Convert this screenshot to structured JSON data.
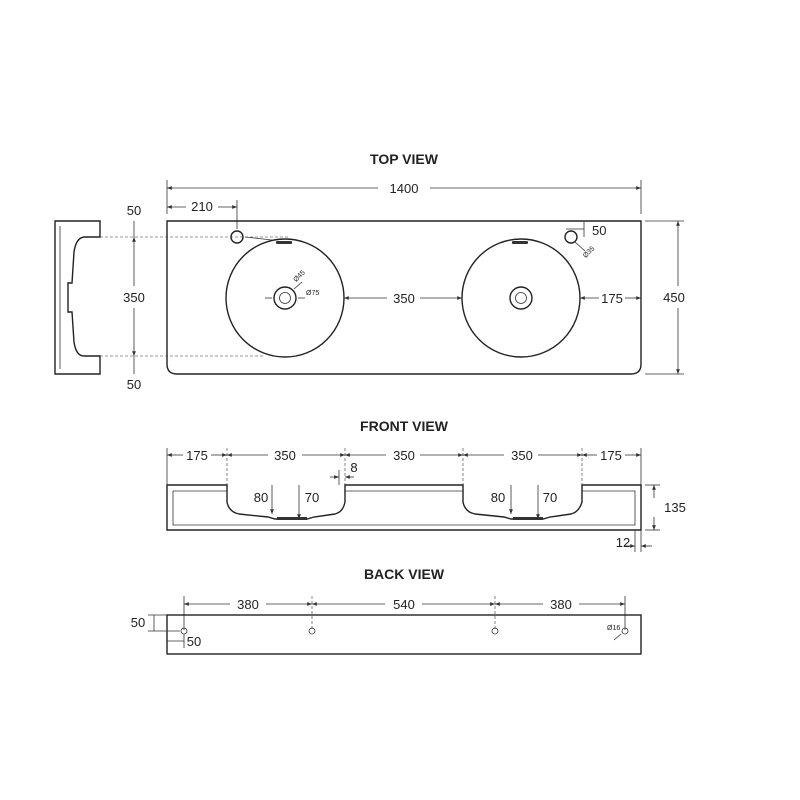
{
  "views": {
    "top": {
      "title": "TOP VIEW",
      "overall_width": "1400",
      "tap_offset": "210",
      "depth": "450",
      "basin_gap": "350",
      "basin_side": "175",
      "tap_back": "50",
      "waste_diameter": "Ø75",
      "overflow_diameter": "Ø45",
      "tap_hole_diameter": "Ø35"
    },
    "side": {
      "top_margin": "50",
      "inner_depth": "350",
      "bottom_margin": "50"
    },
    "front": {
      "title": "FRONT VIEW",
      "left_margin": "175",
      "basin_width_left": "350",
      "centre_gap": "350",
      "basin_width_right": "350",
      "right_margin": "175",
      "small_gap": "8",
      "basin_depth_left": "80",
      "waste_depth_left": "70",
      "basin_depth_right": "80",
      "waste_depth_right": "70",
      "height": "135",
      "lip": "12"
    },
    "back": {
      "title": "BACK VIEW",
      "span_left": "380",
      "span_middle": "540",
      "span_right": "380",
      "hole_height": "50",
      "hole_offset": "50",
      "hole_diameter": "Ø16"
    }
  }
}
